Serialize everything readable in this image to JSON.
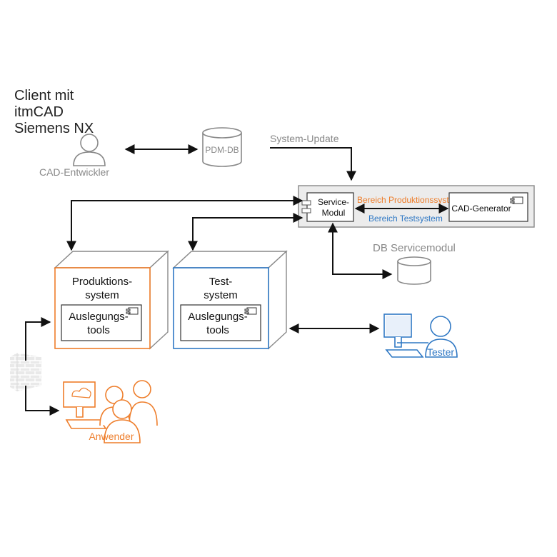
{
  "client": {
    "line1": "Client mit",
    "line2": "itmCAD",
    "line3": "Siemens NX"
  },
  "actors": {
    "cad_entwickler": "CAD-Entwickler",
    "anwender": "Anwender",
    "tester": "Tester"
  },
  "databases": {
    "pdm_db": "PDM-DB",
    "db_servicemodul": "DB Servicemodul"
  },
  "system_update": "System-Update",
  "service_modul": {
    "line1": "Service-",
    "line2": "Modul"
  },
  "cad_generator": "CAD-Generator",
  "bereich_produktion": "Bereich  Produktionssystem",
  "bereich_test": "Bereich  Testsystem",
  "produktionssystem": {
    "line1": "Produktions-",
    "line2": "system",
    "tool_line1": "Auslegungs-",
    "tool_line2": "tools"
  },
  "testsystem": {
    "line1": "Test-",
    "line2": "system",
    "tool_line1": "Auslegungs-",
    "tool_line2": "tools"
  },
  "colors": {
    "orange": "#ee7d2a",
    "blue": "#2f78c4",
    "gray": "#8a8a8a",
    "dark": "#222222"
  }
}
